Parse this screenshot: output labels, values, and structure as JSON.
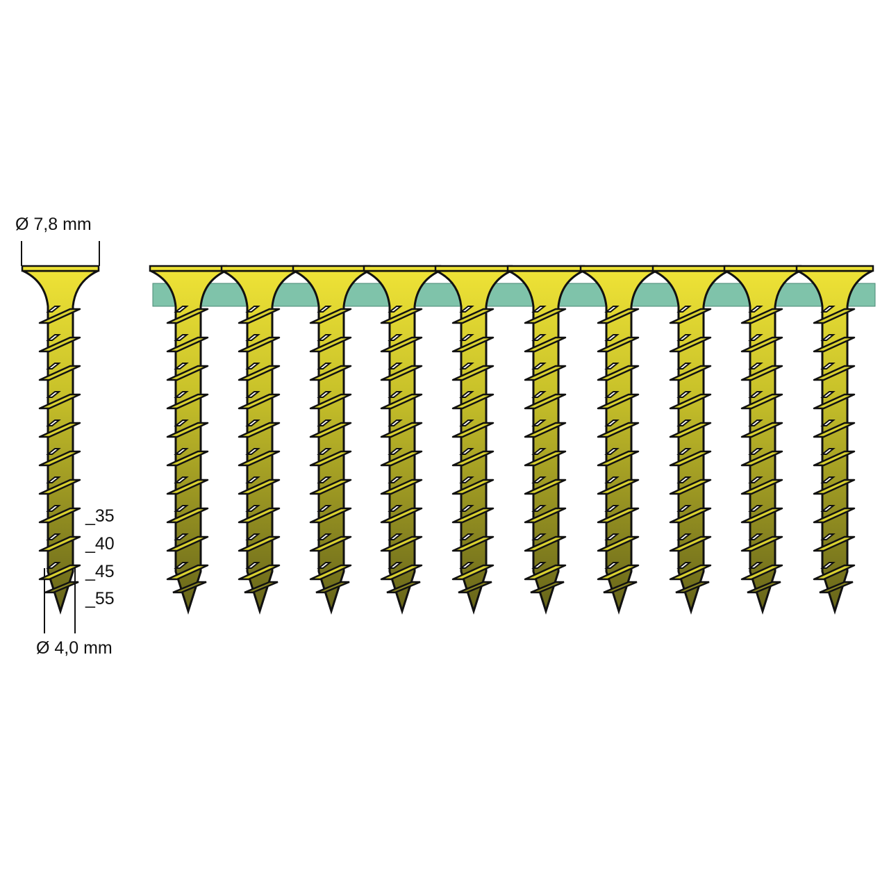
{
  "labels": {
    "head_diameter": "Ø 7,8 mm",
    "shank_diameter": "Ø 4,0 mm"
  },
  "lengths": [
    "_35",
    "_40",
    "_45",
    "_55"
  ],
  "strip": {
    "screw_count": 10
  },
  "colors": {
    "screw_top": "#eee236",
    "screw_bottom": "#6a681c",
    "strip": "#7fc3aa",
    "outline": "#111111"
  }
}
